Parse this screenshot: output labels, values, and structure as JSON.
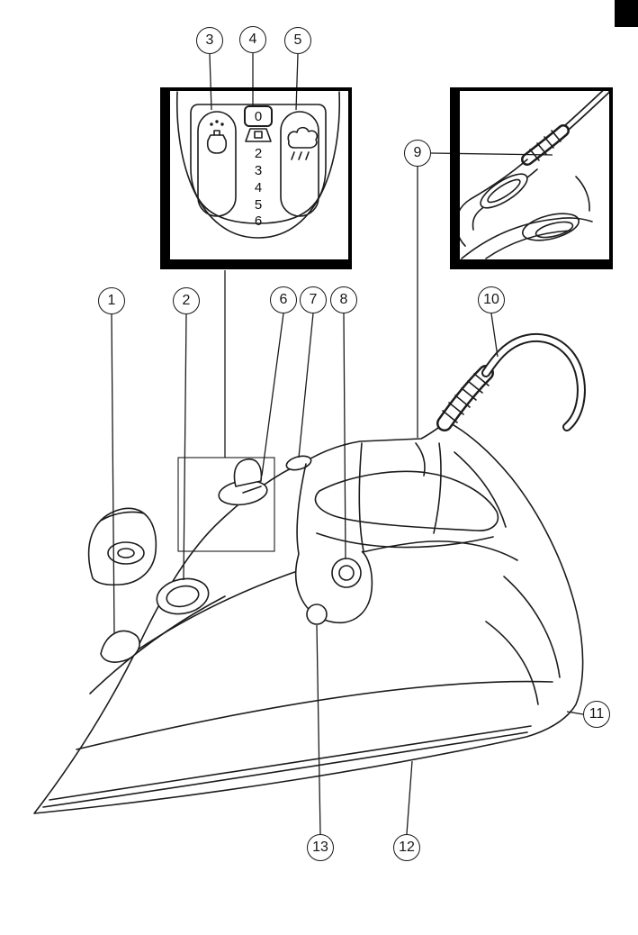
{
  "callouts": [
    {
      "label": "1"
    },
    {
      "label": "2"
    },
    {
      "label": "3"
    },
    {
      "label": "4"
    },
    {
      "label": "5"
    },
    {
      "label": "6"
    },
    {
      "label": "7"
    },
    {
      "label": "8"
    },
    {
      "label": "9"
    },
    {
      "label": "10"
    },
    {
      "label": "11"
    },
    {
      "label": "12"
    },
    {
      "label": "13"
    }
  ],
  "inset_control": {
    "dial_numbers": [
      "0",
      "2",
      "3",
      "4",
      "5",
      "6"
    ],
    "icons": [
      {
        "name": "spray-icon"
      },
      {
        "name": "steam-icon"
      }
    ]
  },
  "colors": {
    "line": "#1c1c1c",
    "background": "#ffffff",
    "corner_tab": "#000000"
  }
}
